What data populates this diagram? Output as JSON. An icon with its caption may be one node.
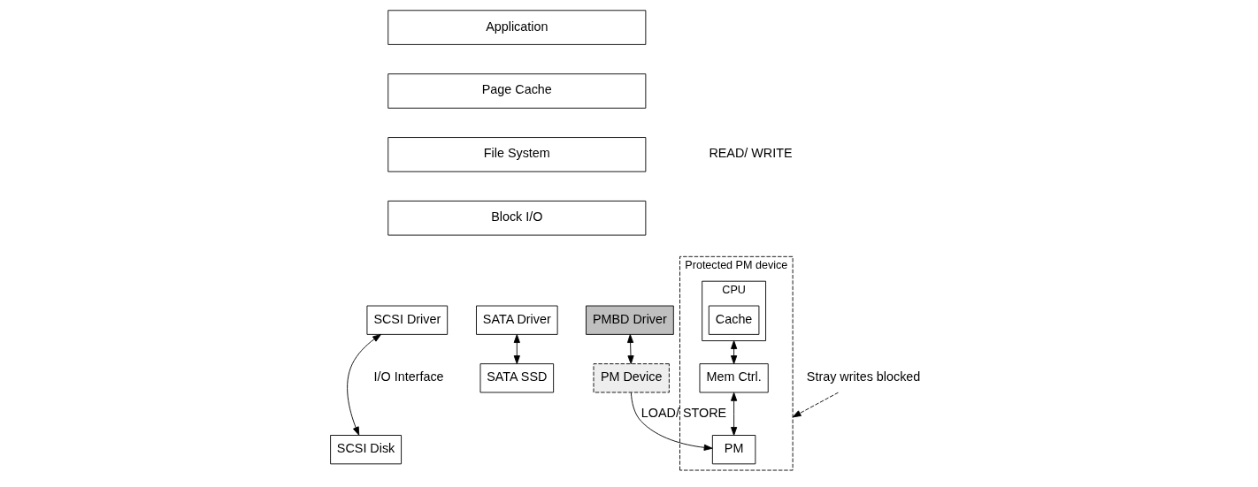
{
  "diagram": {
    "nodes": [
      {
        "text": [
          "Application"
        ]
      },
      {
        "text": [
          "Page Cache"
        ]
      },
      {
        "text": [
          "File System"
        ]
      },
      {
        "text": [
          "Block I/O"
        ]
      },
      {
        "text": [
          "SCSI Driver"
        ]
      },
      {
        "text": [
          "SATA Driver"
        ]
      },
      {
        "text": [
          "PMBD Driver"
        ]
      },
      {
        "text": [
          "SCSI Disk"
        ]
      },
      {
        "text": [
          "SATA SSD"
        ]
      },
      {
        "text": [
          "PM Device"
        ]
      },
      {
        "text": [
          "Protected PM device"
        ]
      },
      {
        "text": [
          "CPU"
        ],
        "in": 10
      },
      {
        "text": [
          "Cache"
        ],
        "in": 11
      },
      {
        "text": [
          "Mem Ctrl."
        ],
        "in": 10
      },
      {
        "text": [
          "PM"
        ],
        "in": 10
      },
      {
        "text": [
          "Stray writes blocked"
        ]
      }
    ],
    "edges": [
      {
        "from": 4,
        "to": 7,
        "arrow": "both"
      },
      {
        "from": 5,
        "to": 8,
        "arrow": "both"
      },
      {
        "from": 6,
        "to": 9,
        "arrow": "both"
      },
      {
        "from": 9,
        "to": 14,
        "arrow": "to",
        "label": "LOAD/ STORE"
      },
      {
        "from": 11,
        "to": 13,
        "arrow": "both"
      },
      {
        "from": 13,
        "to": 14,
        "arrow": "both"
      },
      {
        "from": 15,
        "to": 10,
        "arrow": "to",
        "style": "dashed"
      }
    ],
    "labels": [
      "READ/ WRITE",
      "I/O Interface"
    ]
  }
}
